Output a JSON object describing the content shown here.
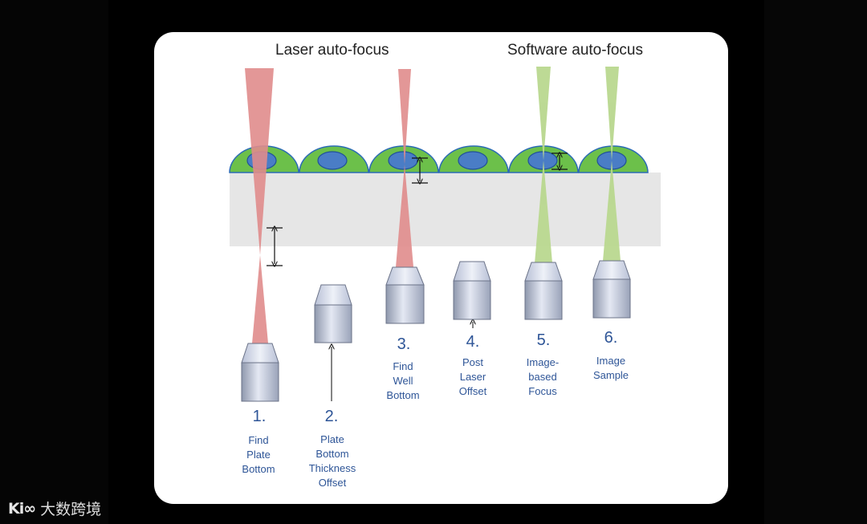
{
  "titles": {
    "laser": "Laser auto-focus",
    "software": "Software auto-focus"
  },
  "steps": [
    {
      "number": "1.",
      "label_lines": [
        "Find",
        "Plate",
        "Bottom"
      ]
    },
    {
      "number": "2.",
      "label_lines": [
        "Plate",
        "Bottom",
        "Thickness",
        "Offset"
      ]
    },
    {
      "number": "3.",
      "label_lines": [
        "Find",
        "Well",
        "Bottom"
      ]
    },
    {
      "number": "4.",
      "label_lines": [
        "Post",
        "Laser",
        "Offset"
      ]
    },
    {
      "number": "5.",
      "label_lines": [
        "Image-",
        "based",
        "Focus"
      ]
    },
    {
      "number": "6.",
      "label_lines": [
        "Image",
        "Sample"
      ]
    }
  ],
  "colors": {
    "laser_beam": "#e08c8c",
    "software_beam": "#b9d88f",
    "cell_body": "#6cc04a",
    "cell_nucleus": "#4a7dc6",
    "plate": "#e6e6e6",
    "label_text": "#2e5597"
  },
  "watermark": {
    "logo_text": "Ki∞",
    "text": "大数跨境"
  }
}
